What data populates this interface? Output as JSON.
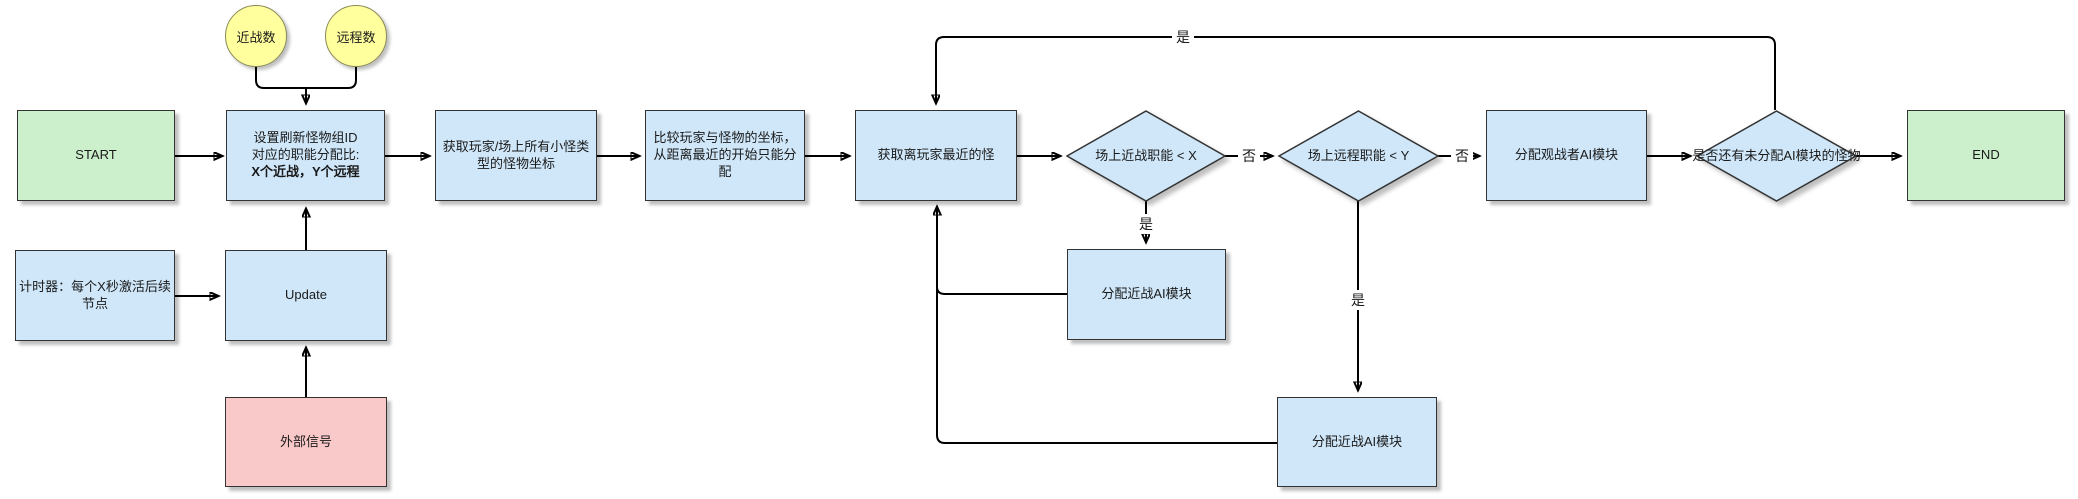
{
  "palette": {
    "process-fill": "#cfe7f9",
    "terminal-fill": "#ccf0cc",
    "signal-fill": "#f9c8c8",
    "data-fill": "#ffff9e",
    "shape-stroke": "#333333",
    "line-color": "#000000",
    "text-color": "#1a1a1a"
  },
  "diagram": {
    "nodes": {
      "start": "START",
      "end": "END",
      "melee_count": "近战数",
      "ranged_count": "远程数",
      "set_ratio_line1": "设置刷新怪物组ID",
      "set_ratio_line2": "对应的职能分配比:",
      "set_ratio_line3": "X个近战，Y个远程",
      "get_monster_coords": "获取玩家/场上所有小怪类型的怪物坐标",
      "compare_coords": "比较玩家与怪物的坐标，从距离最近的开始只能分配",
      "get_nearest": "获取离玩家最近的怪",
      "melee_check": "场上近战职能 < X",
      "ranged_check": "场上远程职能 < Y",
      "assign_spectator": "分配观战者AI模块",
      "remaining_check": "是否还有未分配AI模块的怪物",
      "assign_melee_1": "分配近战AI模块",
      "assign_melee_2": "分配近战AI模块",
      "timer": "计时器：每个X秒激活后续节点",
      "update": "Update",
      "external_signal": "外部信号"
    },
    "edge_labels": {
      "no1": "否",
      "no2": "否",
      "yes1": "是",
      "yes2": "是",
      "yes_loop": "是"
    }
  }
}
